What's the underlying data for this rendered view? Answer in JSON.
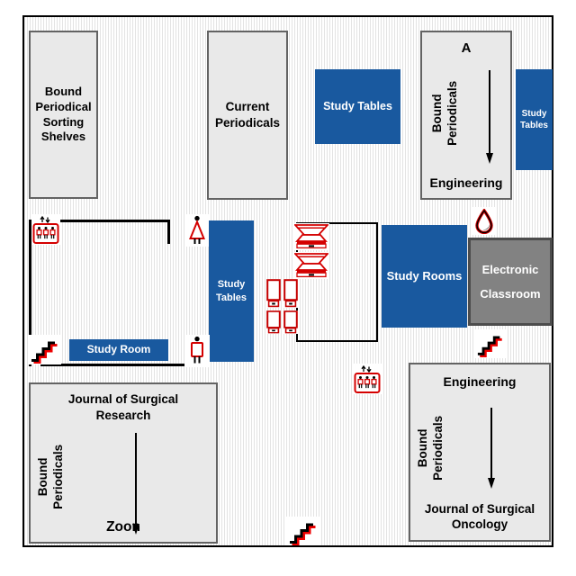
{
  "theme": {
    "accent_blue": "#19599f",
    "area_fill": "#e9e9e9",
    "area_border": "#636363",
    "classroom_fill": "#828282",
    "classroom_border": "#4c4c4c",
    "icon_red": "#d40000",
    "stripe": "#e3e3e3"
  },
  "map": {
    "areas": {
      "sorting_shelves": {
        "label": "Bound\nPeriodical\nSorting\nShelves"
      },
      "current_periodicals": {
        "label": "Current\nPeriodicals"
      },
      "study_tables_top": {
        "label": "Study Tables"
      },
      "study_tables_right": {
        "label": "Study\nTables"
      },
      "study_tables_mid": {
        "label": "Study\nTables"
      },
      "study_rooms": {
        "label": "Study Rooms"
      },
      "study_room": {
        "label": "Study Room"
      },
      "electronic_classroom": {
        "label": "Electronic\nClassroom"
      },
      "stack_a": {
        "marker": "A",
        "side_label": "Bound\nPeriodicals",
        "end_label": "Engineering"
      },
      "stack_research": {
        "start_label": "Journal of Surgical\nResearch",
        "side_label": "Bound\nPeriodicals",
        "end_label": "Zoon"
      },
      "stack_oncology": {
        "start_label": "Engineering",
        "side_label": "Bound\nPeriodicals",
        "end_label": "Journal of Surgical\nOncology"
      }
    },
    "icons": {
      "elevator": "three-people-in-box-with-up-down-arrows",
      "stairs": "staircase-steps",
      "womens_restroom": "woman-figure",
      "mens_restroom": "man-figure",
      "water_fountain": "water-drop",
      "copier": "copy-machine",
      "study_carrel": "carrel-desk"
    }
  }
}
